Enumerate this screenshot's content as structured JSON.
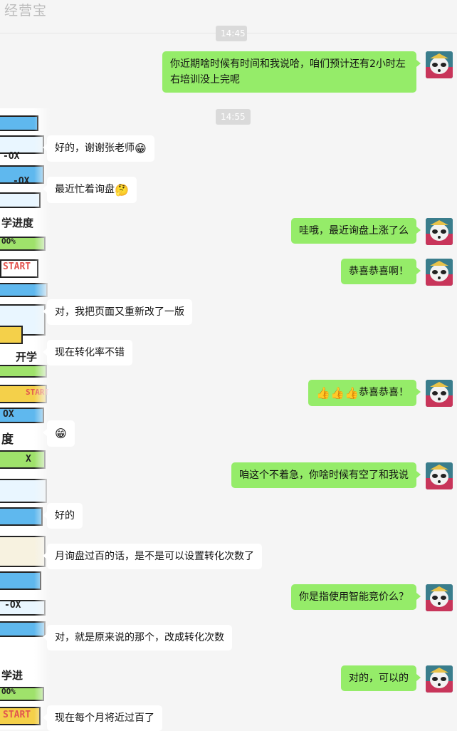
{
  "window": {
    "title": "经营宝"
  },
  "timestamps": {
    "top": "14:45",
    "mid": "14:55"
  },
  "colors": {
    "outgoing": "#95ec69",
    "incoming": "#ffffff",
    "background": "#f5f5f5"
  },
  "messages": [
    {
      "dir": "out",
      "text": "你近期啥时候有时间和我说哈，咱们预计还有2小时左右培训没上完呢"
    },
    {
      "dir": "in",
      "text": "好的，谢谢张老师",
      "emoji": "😁"
    },
    {
      "dir": "in",
      "text": "最近忙着询盘",
      "emoji": "🤔"
    },
    {
      "dir": "out",
      "text": "哇哦，最近询盘上涨了么"
    },
    {
      "dir": "out",
      "text": "恭喜恭喜啊！"
    },
    {
      "dir": "in",
      "text": "对，我把页面又重新改了一版"
    },
    {
      "dir": "in",
      "text": "现在转化率不错"
    },
    {
      "dir": "out",
      "emoji_prefix": "👍👍👍",
      "text": "恭喜恭喜！"
    },
    {
      "dir": "in",
      "text": "",
      "emoji": "😁"
    },
    {
      "dir": "out",
      "text": "咱这个不着急，你啥时候有空了和我说"
    },
    {
      "dir": "in",
      "text": "好的"
    },
    {
      "dir": "in",
      "text": "月询盘过百的话，是不是可以设置转化次数了"
    },
    {
      "dir": "out",
      "text": "你是指使用智能竞价么？"
    },
    {
      "dir": "in",
      "text": "对，就是原来说的那个，改成转化次数"
    },
    {
      "dir": "out",
      "text": "对的，可以的"
    },
    {
      "dir": "in",
      "text": "现在每个月将近过百了"
    }
  ],
  "decor_text": [
    "-OX",
    "-OX",
    "学进度",
    "OO%",
    "START",
    "开学",
    "START",
    "OX",
    "度",
    "X",
    "-OX",
    "学进",
    "OO%",
    "START"
  ]
}
